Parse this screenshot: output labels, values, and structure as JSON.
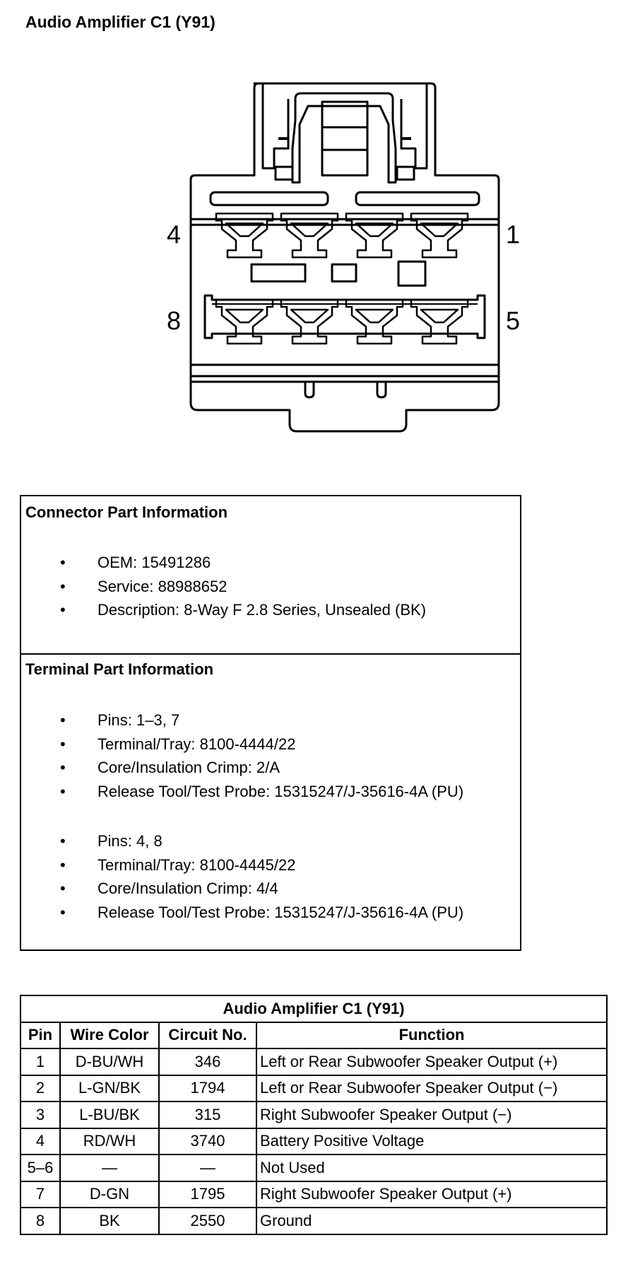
{
  "document": {
    "title": "Audio Amplifier C1 (Y91)"
  },
  "connector_diagram": {
    "pin_labels": {
      "top_left": "4",
      "top_right": "1",
      "bottom_left": "8",
      "bottom_right": "5"
    }
  },
  "connector_info": {
    "title": "Connector Part Information",
    "items": [
      "OEM: 15491286",
      "Service: 88988652",
      "Description: 8-Way F 2.8 Series, Unsealed (BK)"
    ]
  },
  "terminal_info": {
    "title": "Terminal Part Information",
    "groups": [
      {
        "items": [
          "Pins: 1–3, 7",
          "Terminal/Tray: 8100-4444/22",
          "Core/Insulation Crimp: 2/A",
          "Release Tool/Test Probe: 15315247/J-35616-4A (PU)"
        ]
      },
      {
        "items": [
          "Pins: 4, 8",
          "Terminal/Tray: 8100-4445/22",
          "Core/Insulation Crimp: 4/4",
          "Release Tool/Test Probe: 15315247/J-35616-4A (PU)"
        ]
      }
    ]
  },
  "pin_table": {
    "caption": "Audio Amplifier C1 (Y91)",
    "headers": [
      "Pin",
      "Wire Color",
      "Circuit No.",
      "Function"
    ],
    "rows": [
      [
        "1",
        "D-BU/WH",
        "346",
        "Left or Rear Subwoofer Speaker Output (+)"
      ],
      [
        "2",
        "L-GN/BK",
        "1794",
        "Left or Rear Subwoofer Speaker Output (−)"
      ],
      [
        "3",
        "L-BU/BK",
        "315",
        "Right Subwoofer Speaker Output (−)"
      ],
      [
        "4",
        "RD/WH",
        "3740",
        "Battery Positive Voltage"
      ],
      [
        "5–6",
        "—",
        "—",
        "Not Used"
      ],
      [
        "7",
        "D-GN",
        "1795",
        "Right Subwoofer Speaker Output (+)"
      ],
      [
        "8",
        "BK",
        "2550",
        "Ground"
      ]
    ]
  }
}
